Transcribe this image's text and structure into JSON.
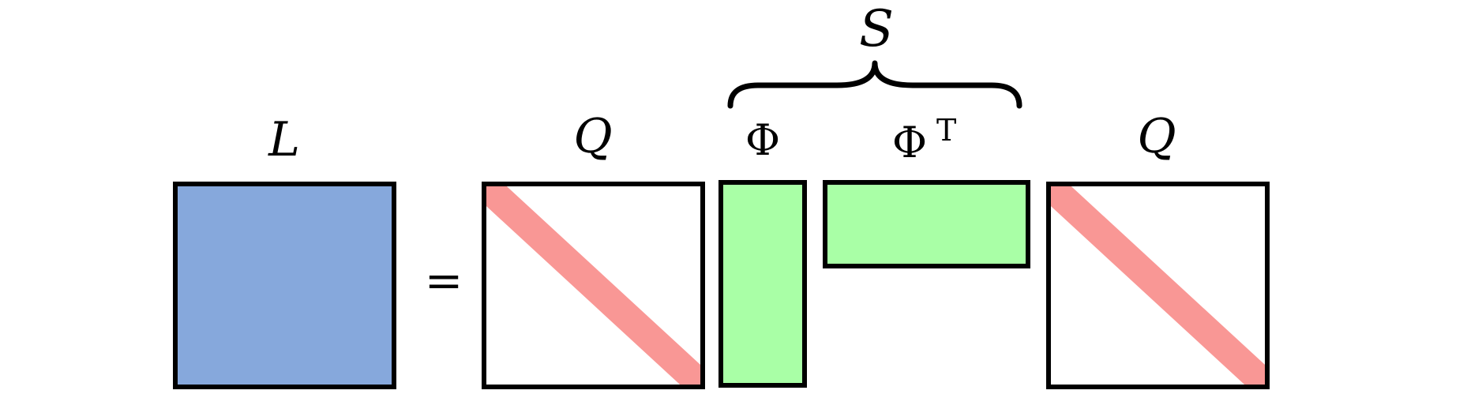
{
  "labels": {
    "L": "L",
    "Q_left": "Q",
    "Phi": "Φ",
    "PhiT_base": "Φ",
    "PhiT_sup": "T",
    "Q_right": "Q",
    "S": "S",
    "equals": "="
  },
  "colors": {
    "L_fill": "#86a8dc",
    "diag_band": "#f99795",
    "phi_fill": "#a9ffa6",
    "stroke": "#000000",
    "empty_fill": "#ffffff"
  }
}
